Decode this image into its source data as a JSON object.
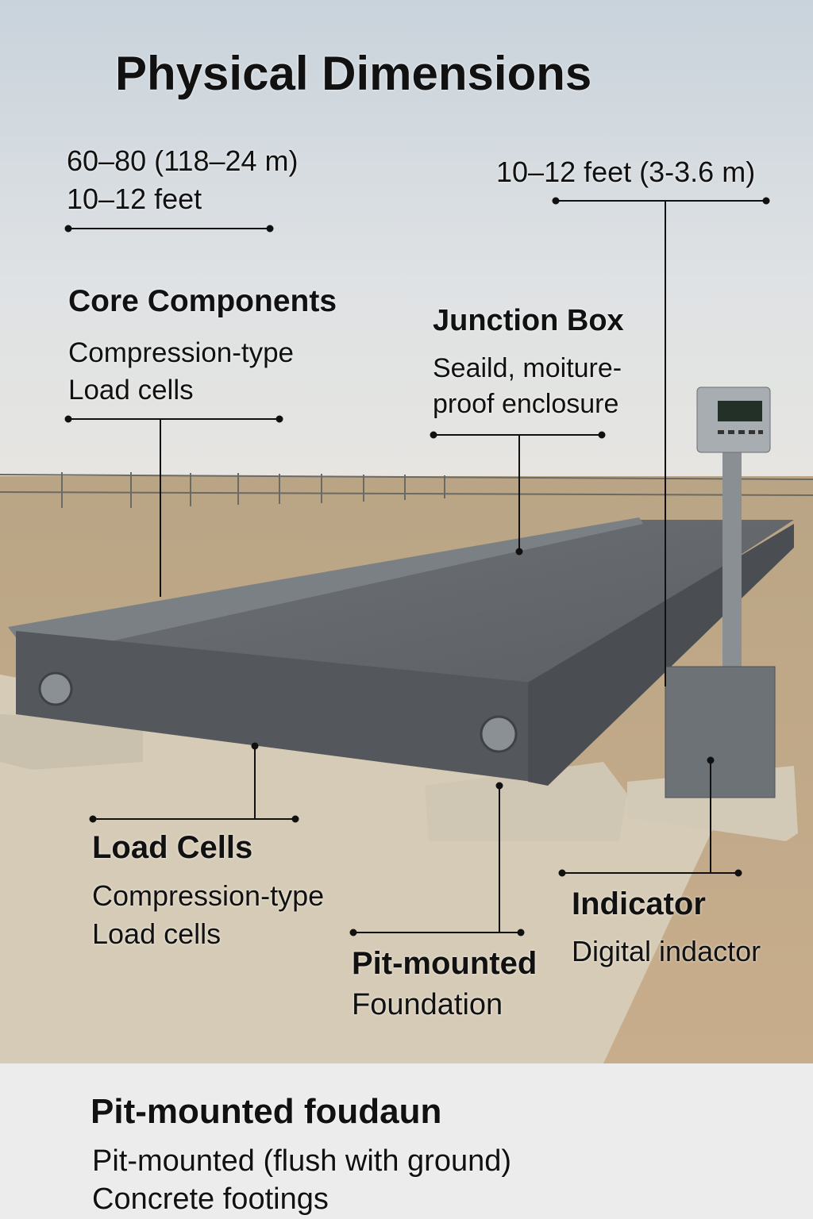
{
  "title": "Physical Dimensions",
  "dimensions_left": {
    "line1": "60–80 (118–24 m)",
    "line2": "10–12 feet"
  },
  "dimensions_right": {
    "line1": "10–12 feet (3-3.6 m)"
  },
  "core_components": {
    "heading": "Core Components",
    "line1": "Compression-type",
    "line2": "Load cells"
  },
  "junction_box": {
    "heading": "Junction Box",
    "line1": "Seaild, moiture-",
    "line2": "proof enclosure"
  },
  "load_cells": {
    "heading": "Load Cells",
    "line1": "Compression-type",
    "line2": "Load cells"
  },
  "pit_mounted": {
    "heading": "Pit-mounted",
    "line1": "Foundation"
  },
  "indicator": {
    "heading": "Indicator",
    "line1": "Digital indactor"
  },
  "footer": {
    "heading": "Pit-mounted foudaun",
    "line1": "Pit-mounted (flush with ground)",
    "line2": "Concrete footings"
  }
}
